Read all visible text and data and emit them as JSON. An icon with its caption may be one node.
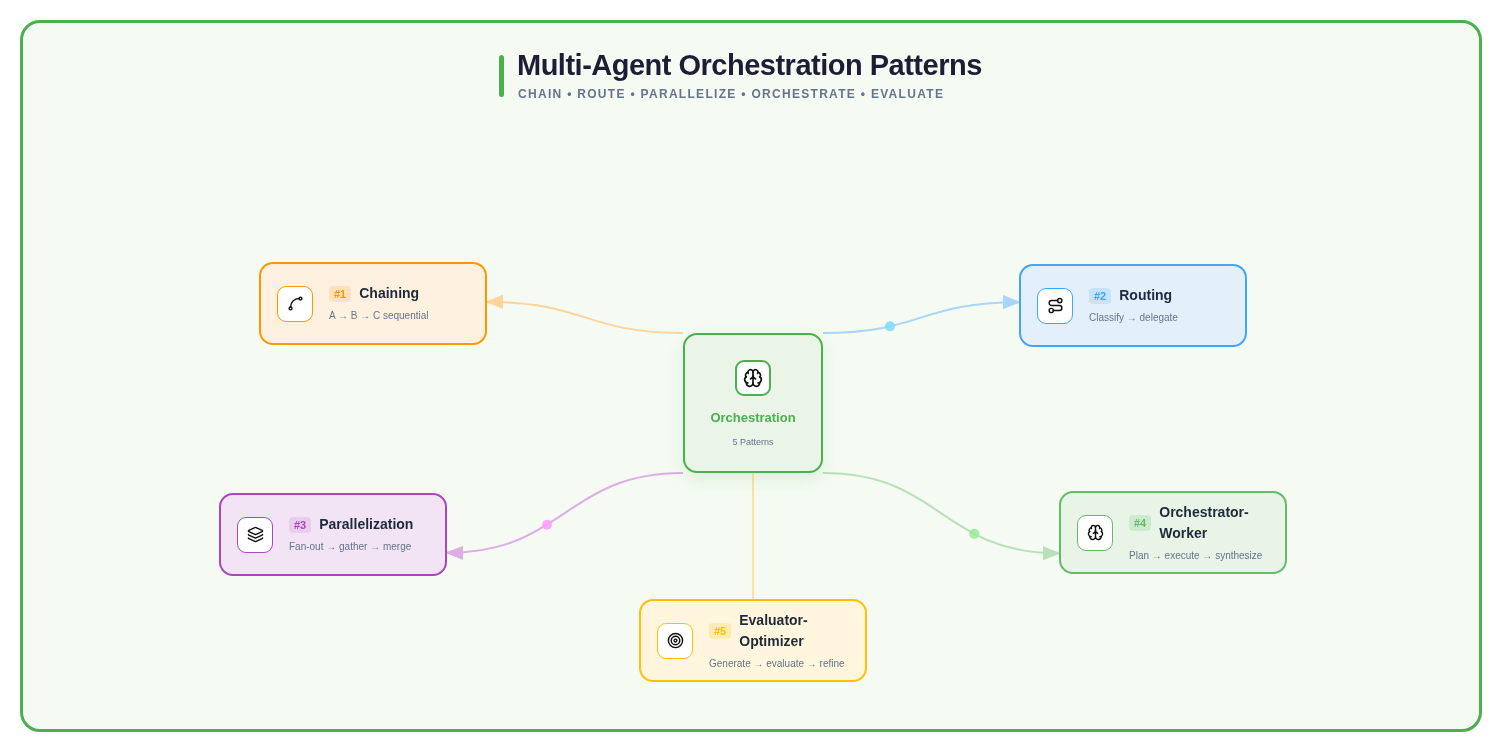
{
  "diagram": {
    "title": "Multi-Agent **Orchestration Patterns**",
    "nodes": [
      {
        "text": [
          "Orchestration",
          "5 Patterns"
        ]
      },
      {
        "text": [
          "#1",
          "Chaining",
          "A → B → C sequential"
        ]
      },
      {
        "text": [
          "#2",
          "Routing",
          "Classify → delegate"
        ]
      },
      {
        "text": [
          "#3",
          "Parallelization",
          "Fan-out → gather → merge"
        ]
      },
      {
        "text": [
          "#4",
          "Orchestrator-Worker",
          "Plan → execute → synthesize"
        ]
      },
      {
        "text": [
          "#5",
          "Evaluator-Optimizer",
          "Generate → evaluate → refine"
        ]
      }
    ],
    "edges": [
      {
        "from": 0,
        "to": 1,
        "arrow": "to",
        "color": "#fdd59a"
      },
      {
        "from": 0,
        "to": 2,
        "arrow": "to",
        "color": "#a9d5f8"
      },
      {
        "from": 0,
        "to": 3,
        "arrow": "to",
        "color": "#dcaee5"
      },
      {
        "from": 0,
        "to": 4,
        "arrow": "to",
        "color": "#b9e1b9"
      },
      {
        "from": 0,
        "to": 5,
        "arrow": "none",
        "color": "#fde39c"
      }
    ],
    "labels": [
      "CHAIN • ROUTE • PARALLELIZE • ORCHESTRATE • EVALUATE"
    ]
  }
}
